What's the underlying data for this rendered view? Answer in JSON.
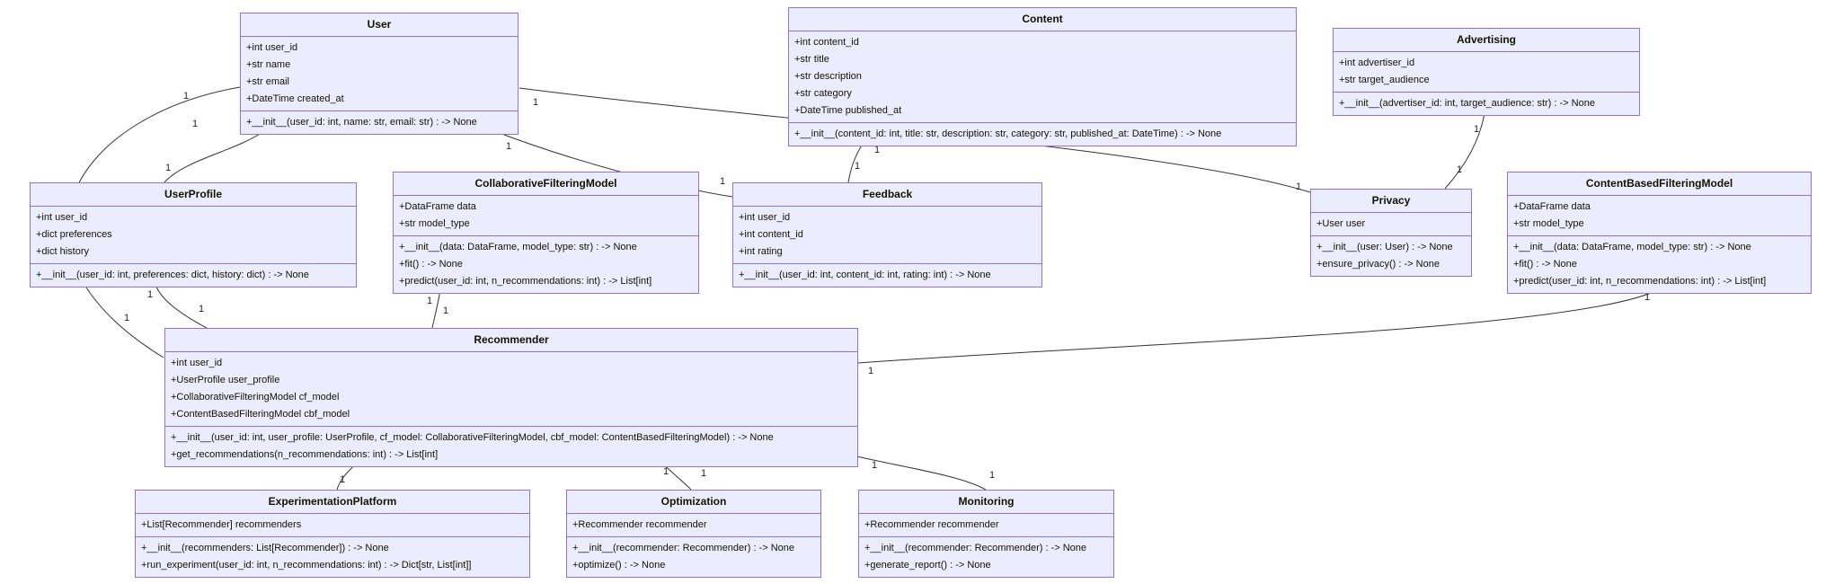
{
  "diagram": {
    "title": "Recommender system UML class diagram",
    "colors": {
      "node_fill": "#ECECFF",
      "node_border": "#9370DB",
      "edge": "#333333",
      "text": "#131300"
    },
    "classes": [
      {
        "id": "user",
        "name": "User",
        "attributes": [
          "+int user_id",
          "+str name",
          "+str email",
          "+DateTime created_at"
        ],
        "methods": [
          "+__init__(user_id: int, name: str, email: str) : -> None"
        ]
      },
      {
        "id": "content",
        "name": "Content",
        "attributes": [
          "+int content_id",
          "+str title",
          "+str description",
          "+str category",
          "+DateTime published_at"
        ],
        "methods": [
          "+__init__(content_id: int, title: str, description: str, category: str, published_at: DateTime) : -> None"
        ]
      },
      {
        "id": "advertising",
        "name": "Advertising",
        "attributes": [
          "+int advertiser_id",
          "+str target_audience"
        ],
        "methods": [
          "+__init__(advertiser_id: int, target_audience: str) : -> None"
        ]
      },
      {
        "id": "userprofile",
        "name": "UserProfile",
        "attributes": [
          "+int user_id",
          "+dict preferences",
          "+dict history"
        ],
        "methods": [
          "+__init__(user_id: int, preferences: dict, history: dict) : -> None"
        ]
      },
      {
        "id": "cfmodel",
        "name": "CollaborativeFilteringModel",
        "attributes": [
          "+DataFrame data",
          "+str model_type"
        ],
        "methods": [
          "+__init__(data: DataFrame, model_type: str) : -> None",
          "+fit() : -> None",
          "+predict(user_id: int, n_recommendations: int) : -> List[int]"
        ]
      },
      {
        "id": "feedback",
        "name": "Feedback",
        "attributes": [
          "+int user_id",
          "+int content_id",
          "+int rating"
        ],
        "methods": [
          "+__init__(user_id: int, content_id: int, rating: int) : -> None"
        ]
      },
      {
        "id": "privacy",
        "name": "Privacy",
        "attributes": [
          "+User user"
        ],
        "methods": [
          "+__init__(user: User) : -> None",
          "+ensure_privacy() : -> None"
        ]
      },
      {
        "id": "cbfmodel",
        "name": "ContentBasedFilteringModel",
        "attributes": [
          "+DataFrame data",
          "+str model_type"
        ],
        "methods": [
          "+__init__(data: DataFrame, model_type: str) : -> None",
          "+fit() : -> None",
          "+predict(user_id: int, n_recommendations: int) : -> List[int]"
        ]
      },
      {
        "id": "recommender",
        "name": "Recommender",
        "attributes": [
          "+int user_id",
          "+UserProfile user_profile",
          "+CollaborativeFilteringModel cf_model",
          "+ContentBasedFilteringModel cbf_model"
        ],
        "methods": [
          "+__init__(user_id: int, user_profile: UserProfile, cf_model: CollaborativeFilteringModel, cbf_model: ContentBasedFilteringModel) : -> None",
          "+get_recommendations(n_recommendations: int) : -> List[int]"
        ]
      },
      {
        "id": "experimentation",
        "name": "ExperimentationPlatform",
        "attributes": [
          "+List[Recommender] recommenders"
        ],
        "methods": [
          "+__init__(recommenders: List[Recommender]) : -> None",
          "+run_experiment(user_id: int, n_recommendations: int) : -> Dict[str, List[int]]"
        ]
      },
      {
        "id": "optimization",
        "name": "Optimization",
        "attributes": [
          "+Recommender recommender"
        ],
        "methods": [
          "+__init__(recommender: Recommender) : -> None",
          "+optimize() : -> None"
        ]
      },
      {
        "id": "monitoring",
        "name": "Monitoring",
        "attributes": [
          "+Recommender recommender"
        ],
        "methods": [
          "+__init__(recommender: Recommender) : -> None",
          "+generate_report() : -> None"
        ]
      }
    ],
    "edges": [
      {
        "from": "user",
        "to": "userprofile",
        "from_label": "1",
        "to_label": "1"
      },
      {
        "from": "user",
        "to": "recommender",
        "from_label": "1",
        "to_label": "1"
      },
      {
        "from": "user",
        "to": "feedback",
        "from_label": "1",
        "to_label": "1"
      },
      {
        "from": "user",
        "to": "privacy",
        "from_label": "1",
        "to_label": "1"
      },
      {
        "from": "content",
        "to": "feedback",
        "from_label": "1",
        "to_label": "1"
      },
      {
        "from": "advertising",
        "to": "privacy",
        "from_label": "1",
        "to_label": "1"
      },
      {
        "from": "userprofile",
        "to": "recommender",
        "from_label": "1",
        "to_label": "1"
      },
      {
        "from": "cfmodel",
        "to": "recommender",
        "from_label": "1",
        "to_label": "1"
      },
      {
        "from": "recommender",
        "to": "cbfmodel",
        "from_label": "1",
        "to_label": "1"
      },
      {
        "from": "recommender",
        "to": "experimentation",
        "from_label": "1",
        "to_label": "1"
      },
      {
        "from": "recommender",
        "to": "optimization",
        "from_label": "1",
        "to_label": "1"
      },
      {
        "from": "recommender",
        "to": "monitoring",
        "from_label": "1",
        "to_label": "1"
      }
    ]
  }
}
